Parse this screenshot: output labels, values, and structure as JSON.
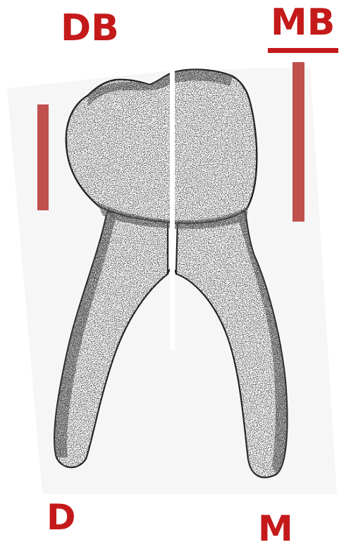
{
  "labels": {
    "distobuccal": "DB",
    "mesiobuccal": "MB",
    "distal": "D",
    "mesial": "M"
  },
  "colors": {
    "label": "#c41a1a",
    "marker_bar": "#c0504d",
    "outline": "#1a1a1a",
    "stipple": "#222222",
    "background": "#ffffff"
  },
  "illustration": {
    "subject": "molar-tooth-two-roots",
    "style": "stippled-ink-drawing"
  }
}
